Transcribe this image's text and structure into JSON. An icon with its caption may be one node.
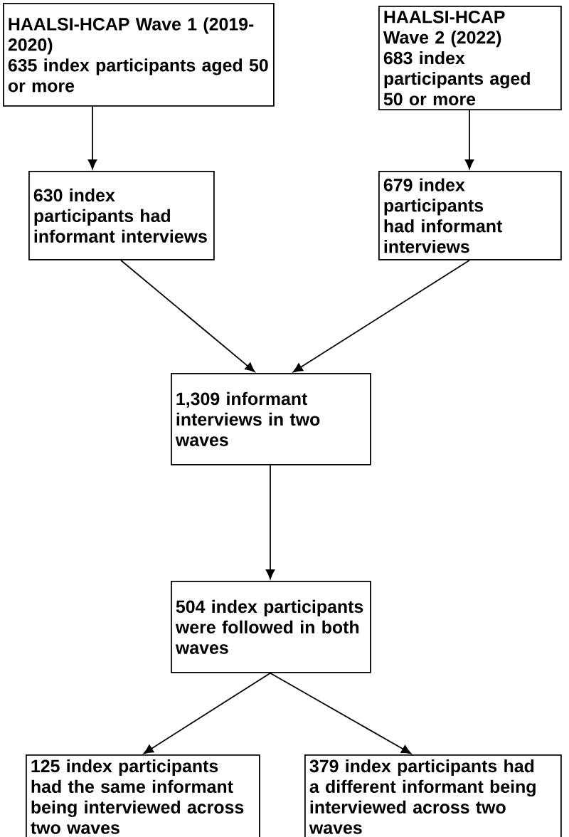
{
  "diagram": {
    "nodes": [
      {
        "text": [
          "HAALSI-HCAP Wave 1 (2019-2020)",
          "635 index participants aged 50 or more"
        ]
      },
      {
        "text": [
          "HAALSI-HCAP Wave 2 (2022)",
          "683 index participants aged 50 or more"
        ]
      },
      {
        "text": [
          "630 index participants had informant interviews"
        ]
      },
      {
        "text": [
          "679 index participants had informant interviews"
        ]
      },
      {
        "text": [
          "1,309 informant interviews in two waves"
        ]
      },
      {
        "text": [
          "504 index participants were followed in both waves"
        ]
      },
      {
        "text": [
          "125 index participants had the same informant being interviewed across two waves"
        ]
      },
      {
        "text": [
          "379 index participants had a different informant being interviewed across two waves"
        ]
      }
    ],
    "edges": [
      {
        "from": 0,
        "to": 2,
        "arrow": "to"
      },
      {
        "from": 1,
        "to": 3,
        "arrow": "to"
      },
      {
        "from": 2,
        "to": 4,
        "arrow": "to"
      },
      {
        "from": 3,
        "to": 4,
        "arrow": "to"
      },
      {
        "from": 4,
        "to": 5,
        "arrow": "to"
      },
      {
        "from": 5,
        "to": 6,
        "arrow": "to"
      },
      {
        "from": 5,
        "to": 7,
        "arrow": "to"
      }
    ]
  }
}
